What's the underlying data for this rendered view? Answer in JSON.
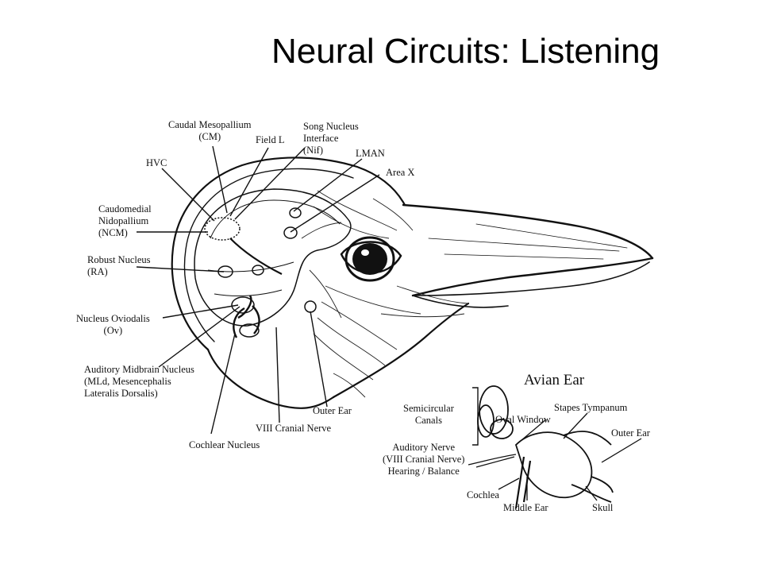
{
  "slide": {
    "title": "Neural Circuits: Listening"
  },
  "brain_labels": {
    "caudal_mesopallium": [
      "Caudal Mesopallium",
      "(CM)"
    ],
    "field_l": "Field L",
    "song_nucleus_interface": [
      "Song Nucleus",
      "Interface",
      "(Nif)"
    ],
    "hvc": "HVC",
    "lman": "LMAN",
    "area_x": "Area X",
    "caudomedial_nidopallium": [
      "Caudomedial",
      "Nidopallium",
      "(NCM)"
    ],
    "robust_nucleus": [
      "Robust Nucleus",
      "(RA)"
    ],
    "nucleus_oviodalis": [
      "Nucleus Oviodalis",
      "(Ov)"
    ],
    "auditory_midbrain_nucleus": [
      "Auditory Midbrain Nucleus",
      "(MLd, Mesencephalis",
      "Lateralis Dorsalis)"
    ],
    "outer_ear": "Outer Ear",
    "viii_cranial_nerve": "VIII Cranial Nerve",
    "cochlear_nucleus": "Cochlear Nucleus"
  },
  "ear_inset": {
    "title": "Avian Ear",
    "semicircular_canals": [
      "Semicircular",
      "Canals"
    ],
    "stapes_tympanum": "Stapes Tympanum",
    "oval_window": "Oval Window",
    "outer_ear": "Outer Ear",
    "auditory_nerve": [
      "Auditory Nerve",
      "(VIII Cranial Nerve)",
      "Hearing / Balance"
    ],
    "cochlea": "Cochlea",
    "middle_ear": "Middle Ear",
    "skull": "Skull"
  }
}
